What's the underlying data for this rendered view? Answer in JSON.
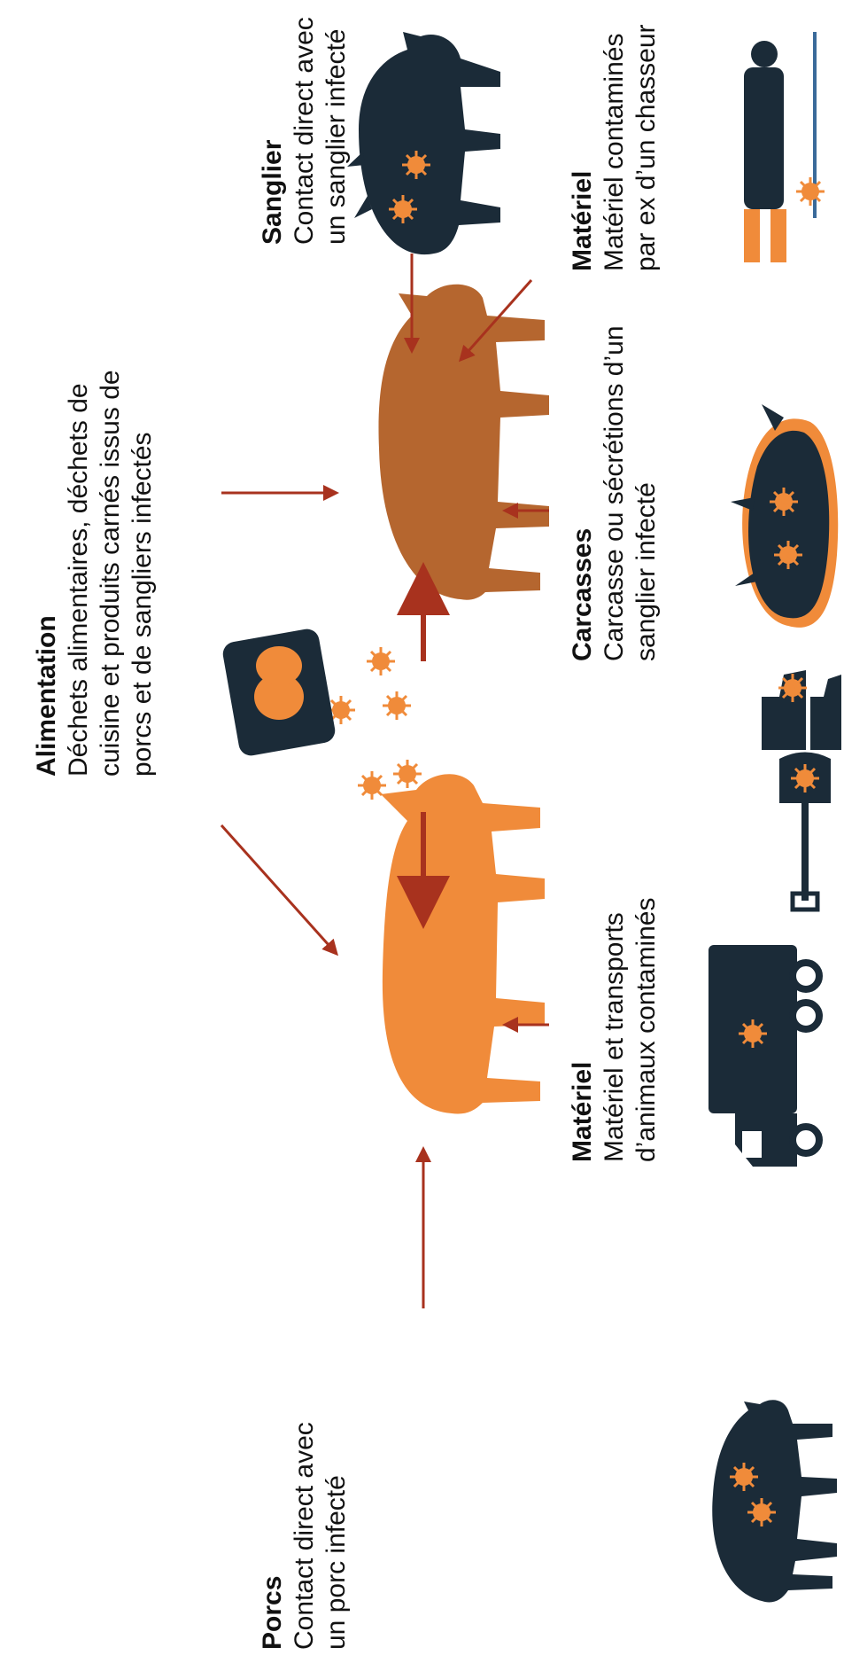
{
  "colors": {
    "dark": "#1b2b38",
    "orange": "#f08b3a",
    "brown": "#b5662f",
    "arrow": "#a8321e"
  },
  "labels": {
    "porcs": {
      "title": "Porcs",
      "desc": "Contact direct avec un porc infecté"
    },
    "materiel_transport": {
      "title": "Matériel",
      "desc": "Matériel et transports d’animaux contaminés"
    },
    "carcasses": {
      "title": "Carcasses",
      "desc": "Carcasse ou sécrétions d’un sanglier infecté"
    },
    "materiel_chasseur": {
      "title": "Matériel",
      "desc": "Matériel contaminés par ex d’un chasseur"
    },
    "sanglier": {
      "title": "Sanglier",
      "desc": "Contact direct avec un sanglier infecté"
    },
    "alimentation": {
      "title": "Alimentation",
      "desc": "Déchets alimentaires, déchets de cuisine et produits carnés issus de porcs et de sangliers infectés"
    }
  },
  "icons": [
    "pig-icon",
    "truck-icon",
    "shovel-icon",
    "boots-icon",
    "carcass-icon",
    "hunter-icon",
    "wild-boar-icon",
    "virus-icon",
    "food-icon",
    "domestic-pig-icon",
    "wild-boar-central-icon"
  ]
}
